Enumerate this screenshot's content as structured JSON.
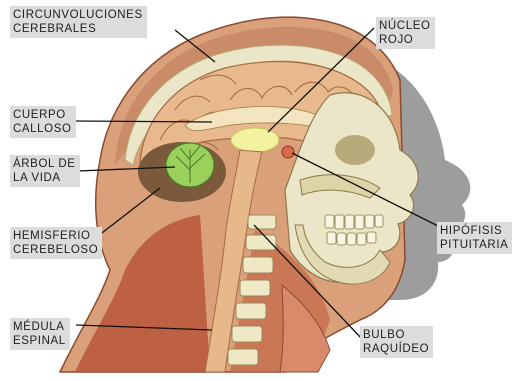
{
  "labels": {
    "circunvoluciones": [
      "CIRCUNVOLUCIONES",
      "CEREBRALES"
    ],
    "nucleo_rojo": [
      "NÚCLEO",
      "ROJO"
    ],
    "cuerpo_calloso": [
      "CUERPO",
      "CALLOSO"
    ],
    "arbol_vida": [
      "ÁRBOL DE",
      "LA VIDA"
    ],
    "hemisferio_cerebeloso": [
      "HEMISFERIO",
      "CEREBELOSO"
    ],
    "hipofisis": [
      "HIPÓFISIS",
      "PITUITARIA"
    ],
    "medula_espinal": [
      "MÉDULA",
      "ESPINAL"
    ],
    "bulbo_raquideo": [
      "BULBO",
      "RAQUÍDEO"
    ]
  },
  "colors": {
    "label_background": "#dcdcdc",
    "label_text": "#1e1e1e",
    "leader_line": "#111111",
    "skin": "#d9a07a",
    "muscle": "#b8563a",
    "brain": "#e8b98c",
    "skull_bone": "#ece6c8",
    "cerebellum_tree": "#9bd05a",
    "cerebellum_cortex": "#7a5a3a",
    "spine": "#efe8c4",
    "face_shadow": "#8c8c8c"
  }
}
